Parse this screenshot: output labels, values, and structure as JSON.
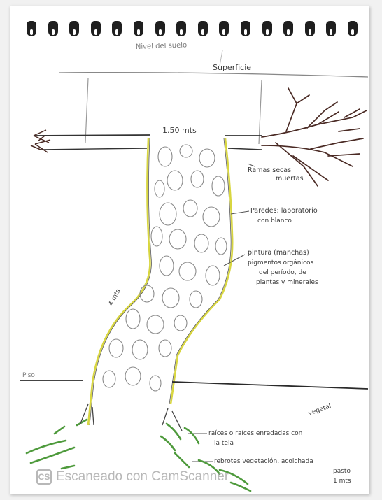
{
  "labels": {
    "top_faded": "Nivel del suelo",
    "top_surface": "Superficie",
    "width": "1.50 mts",
    "dead_branch_line1": "Ramas secas",
    "dead_branch_line2": "muertas",
    "wall_line1": "Paredes: laboratorio",
    "wall_line2": "con blanco",
    "paint_line1": "pintura (manchas)",
    "paint_line2": "pigmentos orgánicos",
    "paint_line3": "del período, de",
    "paint_line4": "plantas y minerales",
    "left_vertical": "4 mts",
    "ground_left": "Piso",
    "roots_line1": "raíces o raíces enredadas con",
    "roots_line2": "la tela",
    "roots_annot": "vegetal",
    "veg_line1": "rebrotes vegetación, acolchada",
    "veg_line2": "pasto",
    "veg_line3": "1 mts"
  },
  "watermark": {
    "logo": "CS",
    "text": "Escaneado con CamScanner"
  }
}
